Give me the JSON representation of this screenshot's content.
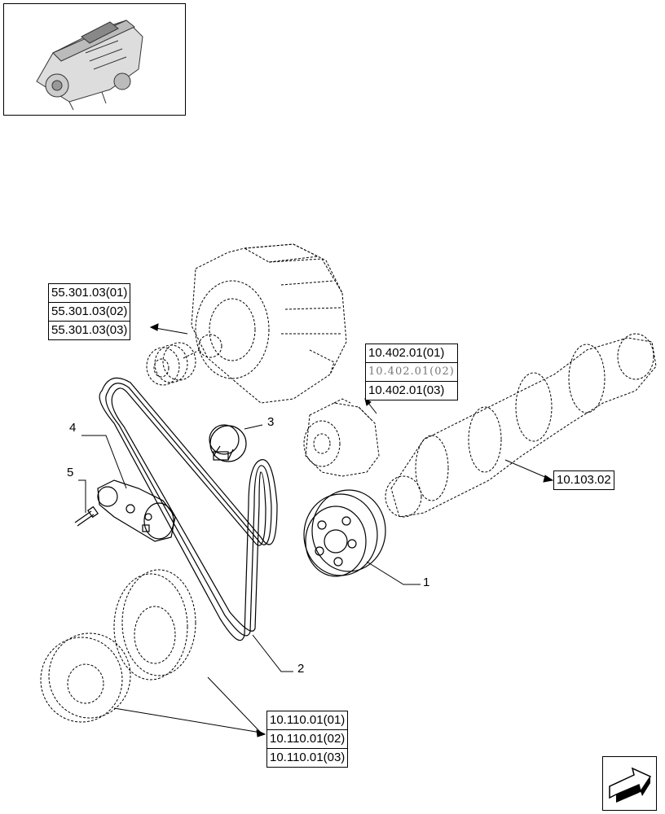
{
  "refs": {
    "alternator": [
      "55.301.03(01)",
      "55.301.03(02)",
      "55.301.03(03)"
    ],
    "water_pump": [
      "10.402.01(01)",
      "10.402.01(02)",
      "10.402.01(03)"
    ],
    "crankshaft": [
      "10.103.02"
    ],
    "damper": [
      "10.110.01(01)",
      "10.110.01(02)",
      "10.110.01(03)"
    ]
  },
  "callouts": {
    "p1": "1",
    "p2": "2",
    "p3": "3",
    "p4": "4",
    "p5": "5"
  },
  "icons": {
    "thumbnail": "engine-thumbnail-icon",
    "navigation": "next-page-arrow-icon"
  }
}
